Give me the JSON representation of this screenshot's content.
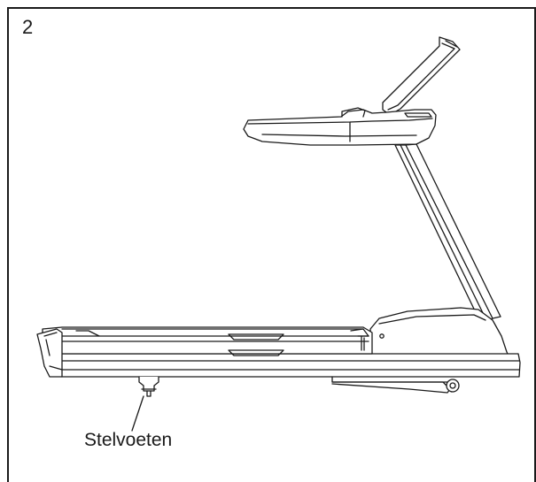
{
  "step": {
    "number": "2"
  },
  "callouts": [
    {
      "label": "Stelvoeten",
      "target": "leveling-foot"
    }
  ],
  "colors": {
    "line": "#1a1a1a",
    "background": "#ffffff"
  }
}
